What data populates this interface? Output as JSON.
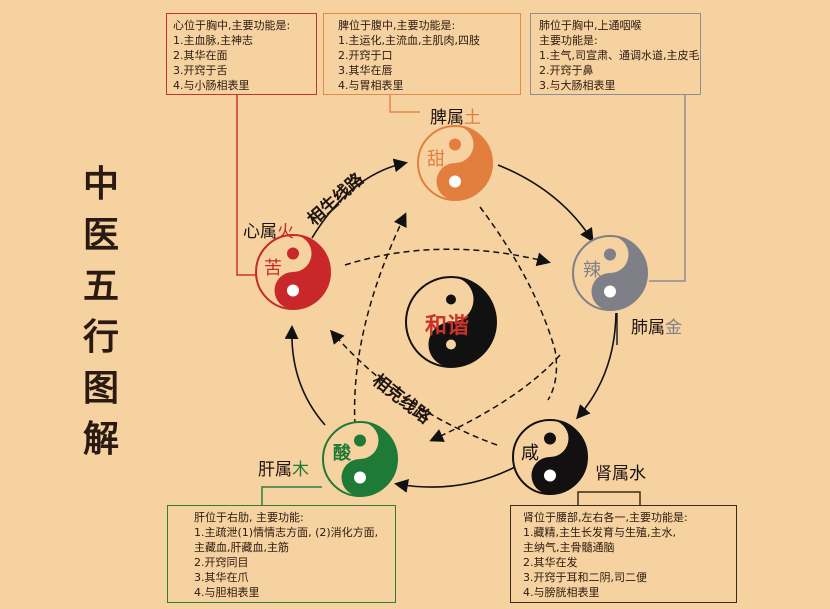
{
  "title": {
    "chars": [
      "中",
      "医",
      "五",
      "行",
      "图",
      "解"
    ]
  },
  "colors": {
    "background": "#f6d2a0",
    "fire": "#c8282a",
    "earth": "#e37f3e",
    "metal": "#7f7f88",
    "water": "#121010",
    "wood": "#1f7a38",
    "center": "#111111",
    "center_text": "#c8342a"
  },
  "organs": {
    "heart": {
      "name": "心属",
      "element": "火",
      "taste": "苦",
      "box": [
        "心位于胸中,主要功能是:",
        "1.主血脉,主神志",
        "2.其华在面",
        "3.开窍于舌",
        "4.与小肠相表里"
      ]
    },
    "spleen": {
      "name": "脾属",
      "element": "土",
      "taste": "甜",
      "box": [
        "脾位于腹中,主要功能是:",
        "1.主运化,主流血,主肌肉,四肢",
        "2.开窍于口",
        "3.其华在唇",
        "4.与胃相表里"
      ]
    },
    "lung": {
      "name": "肺属",
      "element": "金",
      "taste": "辣",
      "box": [
        "肺位于胸中,上通咽喉",
        "主要功能是:",
        "1.主气,司宣肃、通调水道,主皮毛",
        "2.开窍于鼻",
        "3.与大肠相表里"
      ]
    },
    "kidney": {
      "name": "肾属",
      "element": "水",
      "taste": "咸",
      "box": [
        "肾位于腰部,左右各一,主要功能是:",
        "1.藏精,主生长发育与生殖,主水,",
        "主纳气,主骨髓通脑",
        "2.其华在发",
        "3.开窍于耳和二阴,司二便",
        "4.与膀胱相表里"
      ]
    },
    "liver": {
      "name": "肝属",
      "element": "木",
      "taste": "酸",
      "box": [
        "肝位于右肋, 主要功能:",
        "1.主疏泄(1)情情志方面, (2)消化方面,",
        "主藏血,肝藏血,主筋",
        "2.开窍同目",
        "3.其华在爪",
        "4.与胆相表里"
      ]
    }
  },
  "center": {
    "label": "和谐"
  },
  "paths": {
    "generating": "相生线路",
    "controlling": "相克线路"
  }
}
